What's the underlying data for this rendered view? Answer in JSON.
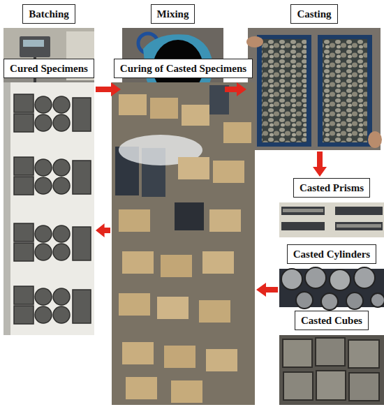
{
  "diagram": {
    "nodes": [
      {
        "text": [
          "Batching"
        ]
      },
      {
        "text": [
          "Mixing"
        ]
      },
      {
        "text": [
          "Casting"
        ]
      },
      {
        "text": [
          "Casted Prisms"
        ]
      },
      {
        "text": [
          "Casted Cylinders"
        ]
      },
      {
        "text": [
          "Casted Cubes"
        ]
      },
      {
        "text": [
          "Curing of Casted Specimens"
        ]
      },
      {
        "text": [
          "Cured Specimens"
        ]
      }
    ],
    "edges": [
      {
        "from": 0,
        "to": 1,
        "arrow": "to"
      },
      {
        "from": 1,
        "to": 2,
        "arrow": "to"
      },
      {
        "from": 2,
        "to": 3,
        "arrow": "to"
      },
      {
        "from": 4,
        "to": 6,
        "arrow": "to"
      },
      {
        "from": 6,
        "to": 7,
        "arrow": "to"
      }
    ]
  }
}
